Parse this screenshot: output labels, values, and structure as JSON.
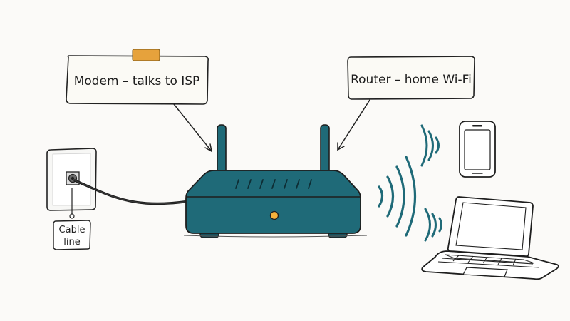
{
  "labels": {
    "modem_callout": "Modem – talks to ISP",
    "router_callout": "Router – home Wi-Fi",
    "cable_tag_line1": "Cable",
    "cable_tag_line2": "line"
  },
  "colors": {
    "background": "#fbfaf8",
    "router_body": "#1f6a78",
    "router_dark": "#17505c",
    "outline": "#1e1e1e",
    "signal": "#1f6a78",
    "indicator_led": "#f3b23c",
    "tape": "#e6a23c",
    "callout_fill": "#fbfaf5"
  },
  "icons": {
    "router": "router-icon",
    "wall_outlet": "wall-outlet-icon",
    "smartphone": "smartphone-icon",
    "laptop": "laptop-icon",
    "wifi_waves": "wifi-waves-icon"
  }
}
